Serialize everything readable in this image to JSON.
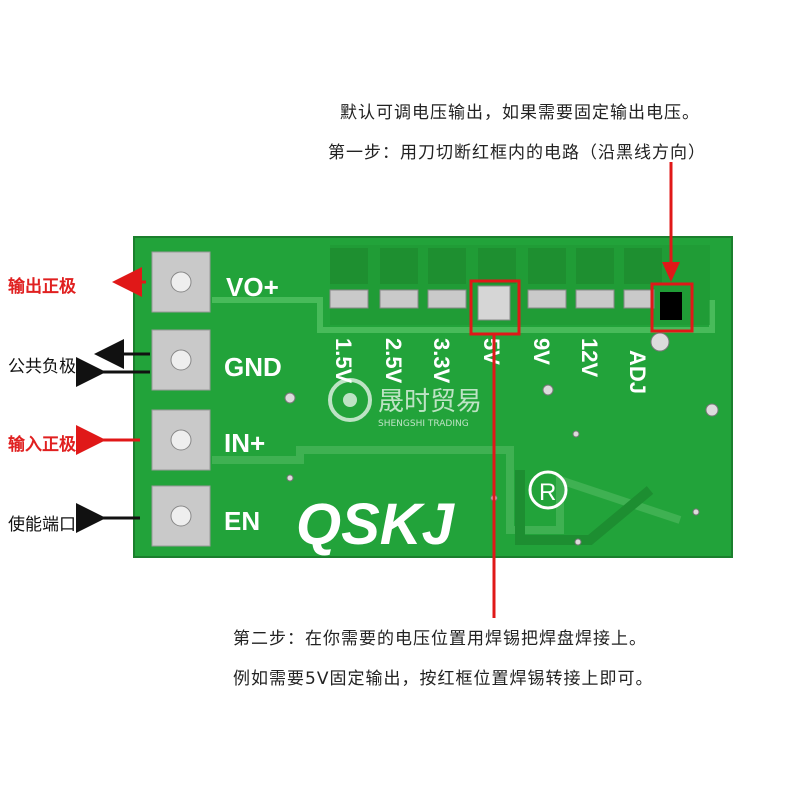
{
  "annotations": {
    "top_line1": "默认可调电压输出，如果需要固定输出电压。",
    "top_line2": "第一步：用刀切断红框内的电路（沿黑线方向）",
    "bottom_line1": "第二步：在你需要的电压位置用焊锡把焊盘焊接上。",
    "bottom_line2": "例如需要5V固定输出，按红框位置焊锡转接上即可。"
  },
  "pins": {
    "vout": "输出正极",
    "gnd": "公共负极",
    "vin": "输入正极",
    "en": "使能端口"
  },
  "board": {
    "pin_labels": [
      "VO+",
      "GND",
      "IN+",
      "EN"
    ],
    "voltage_labels": [
      "1.5V",
      "2.5V",
      "3.3V",
      "5V",
      "9V",
      "12V",
      "ADJ"
    ],
    "logo": "QSKJ",
    "watermark_cn": "晟时贸易",
    "watermark_en": "SHENGSHI TRADING",
    "registered": "R"
  },
  "colors": {
    "pcb_green": "#22a33a",
    "pcb_dark": "#1d8e31",
    "trace_light": "#4cc35e",
    "pad_silver": "#c9c9c9",
    "red": "#e01818",
    "text": "#222222"
  }
}
